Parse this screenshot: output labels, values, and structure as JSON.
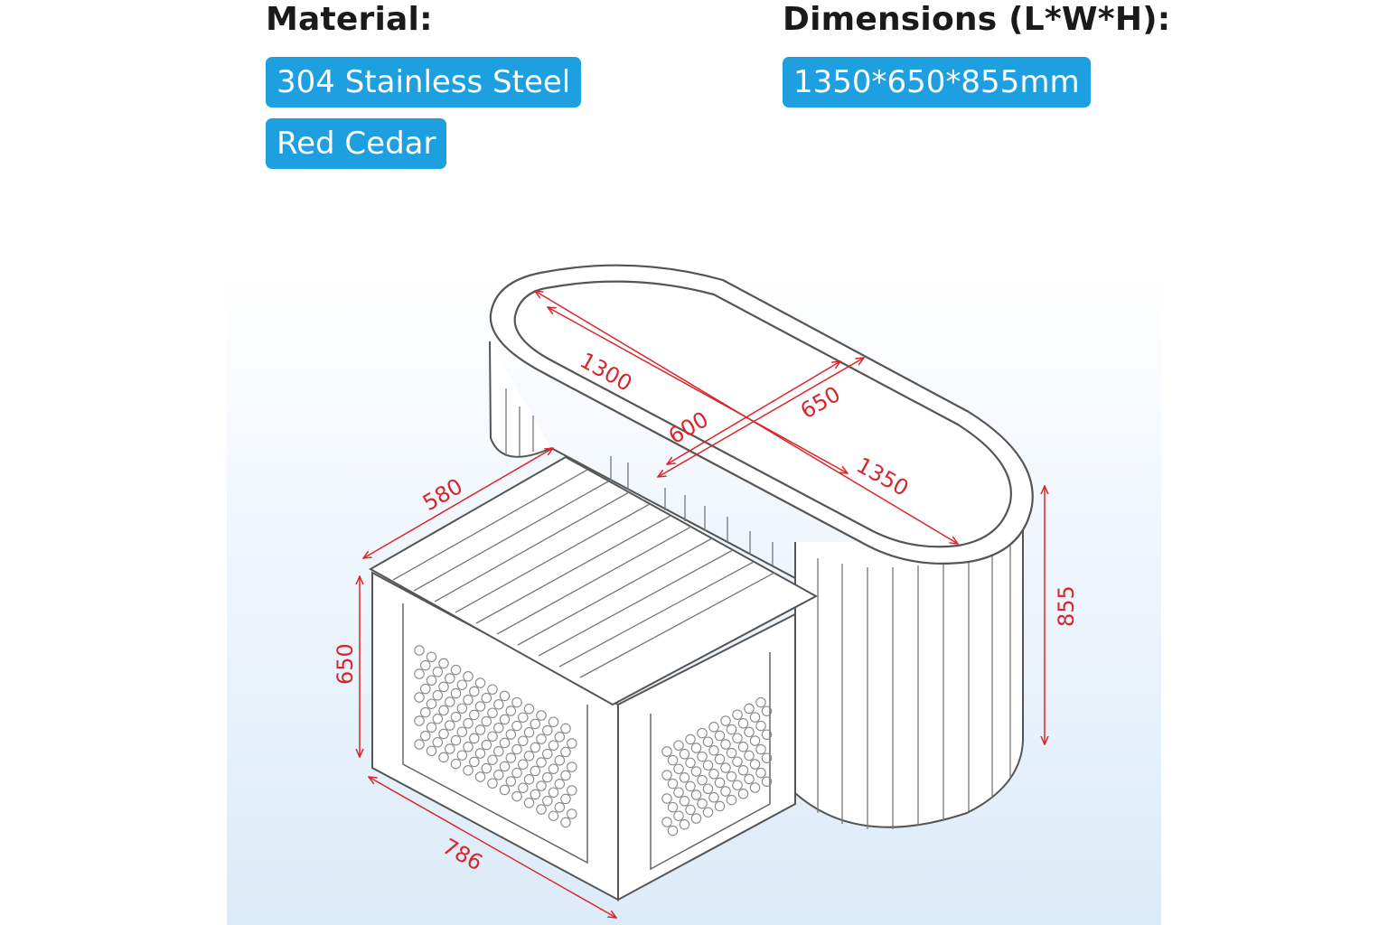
{
  "material": {
    "heading": "Material:",
    "items": [
      "304 Stainless Steel",
      "Red Cedar"
    ]
  },
  "dimensions": {
    "heading": "Dimensions (L*W*H):",
    "value": "1350*650*855mm"
  },
  "diagram": {
    "labels": {
      "inner_length": "1300",
      "outer_length": "1350",
      "inner_width": "600",
      "outer_width": "650",
      "tub_height": "855",
      "step_depth": "580",
      "step_height": "650",
      "step_length": "786"
    }
  },
  "colors": {
    "accent": "#1d9fe0",
    "dimension": "#d9262a",
    "outline": "#555555"
  }
}
